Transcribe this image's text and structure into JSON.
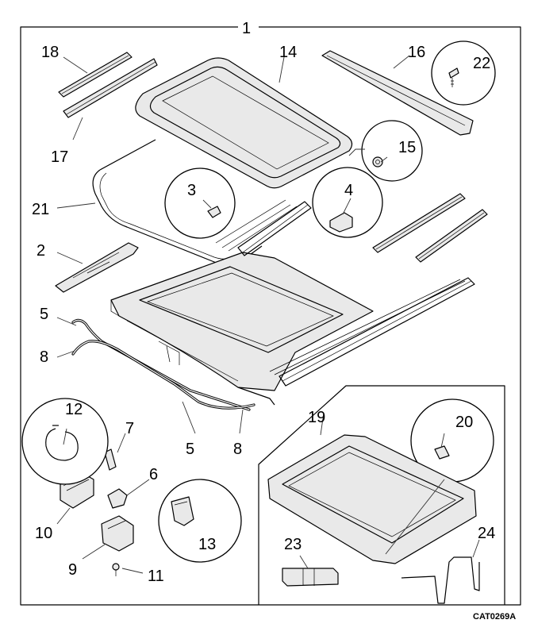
{
  "diagram": {
    "main_label": "1",
    "reference": "CAT0269A",
    "callouts": {
      "p2": "2",
      "p3": "3",
      "p4": "4",
      "p5a": "5",
      "p5b": "5",
      "p6": "6",
      "p7": "7",
      "p8a": "8",
      "p8b": "8",
      "p9": "9",
      "p10": "10",
      "p11": "11",
      "p12": "12",
      "p13": "13",
      "p14": "14",
      "p15": "15",
      "p16": "16",
      "p17": "17",
      "p18": "18",
      "p19": "19",
      "p20": "20",
      "p21": "21",
      "p22": "22",
      "p23": "23",
      "p24": "24"
    }
  }
}
